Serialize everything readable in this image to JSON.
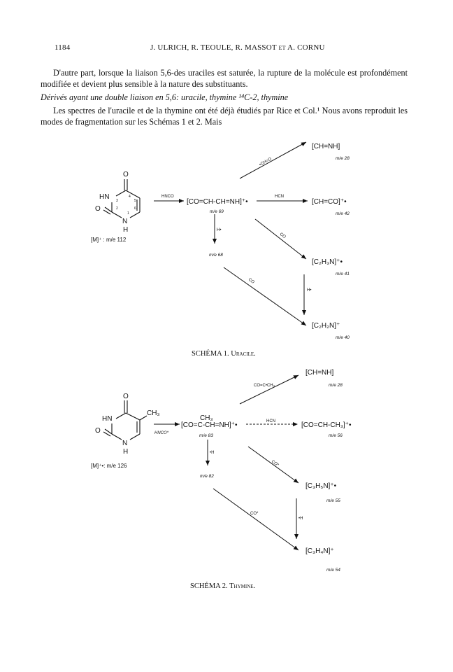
{
  "header": {
    "page_number": "1184",
    "authors": "J. ULRICH, R. TEOULE, R. MASSOT et A. CORNU"
  },
  "body": {
    "para1": "D'autre part, lorsque la liaison 5,6-des uraciles est saturée, la rupture de la molécule est profondément modifiée et devient plus sensible à la nature des substituants.",
    "section_heading": "Dérivés ayant une double liaison en 5,6: uracile, thymine ¹⁴C-2, thymine",
    "para2": "Les spectres de l'uracile et de la thymine ont été déjà étudiés par Rice et Col.¹ Nous avons reproduit les modes de fragmentation sur les Schémas 1 et 2. Mais"
  },
  "scheme1": {
    "caption": "SCHÉMA 1. Uracile.",
    "parent_label": "[M]⁺ : m/e 112",
    "atoms": {
      "o": "O",
      "hn": "HN",
      "n": "N",
      "h": "H",
      "o2": "O"
    },
    "ring_numbers": [
      "4",
      "5",
      "3",
      "6",
      "2",
      "1"
    ],
    "loss_hnco": "HNCO",
    "loss_hcn": "HCN",
    "loss_cho": "•CH=O",
    "loss_co_a": "CO",
    "loss_co_b": "CO",
    "loss_h_a": "H•",
    "loss_h_b": "H•",
    "ion_69": "[CO=CH-CH=NH]⁺•",
    "me_69": "m/e 69",
    "me_68": "m/e 68",
    "ion_28": "[CH=NH]",
    "me_28": "m/e 28",
    "ion_42": "[CH=CO]⁺•",
    "me_42": "m/e 42",
    "ion_41": "[C₂H₃N]⁺•",
    "me_41": "m/e 41",
    "ion_40": "[C₂H₂N]⁺",
    "me_40": "m/e 40"
  },
  "scheme2": {
    "caption": "SCHÉMA 2. Thymine.",
    "parent_label": "[M]⁺•: m/e 126",
    "atoms": {
      "o": "O",
      "hn": "HN",
      "ch3": "CH₃",
      "n": "N",
      "h": "H",
      "o2": "O"
    },
    "loss_hnco": "HNCO*",
    "loss_hcn": "HCN",
    "loss_coc": "CO=C•CH₃",
    "loss_co_a": "CO*",
    "loss_co_b": "CO*",
    "loss_h_a": "•H",
    "loss_h_b": "•H",
    "ion_83_top": "CH₃",
    "ion_83": "[CO=C-CH=NH]⁺•",
    "me_83": "m/e 83",
    "me_82": "m/e 82",
    "ion_28": "[CH=NH]",
    "me_28": "m/e 28",
    "ion_56": "[CO=CH-CH₃]⁺•",
    "me_56": "m/e 56",
    "ion_55": "[C₃H₅N]⁺•",
    "me_55": "m/e 55",
    "ion_54": "[C₃H₄N]⁺",
    "me_54": "m/e 54"
  }
}
